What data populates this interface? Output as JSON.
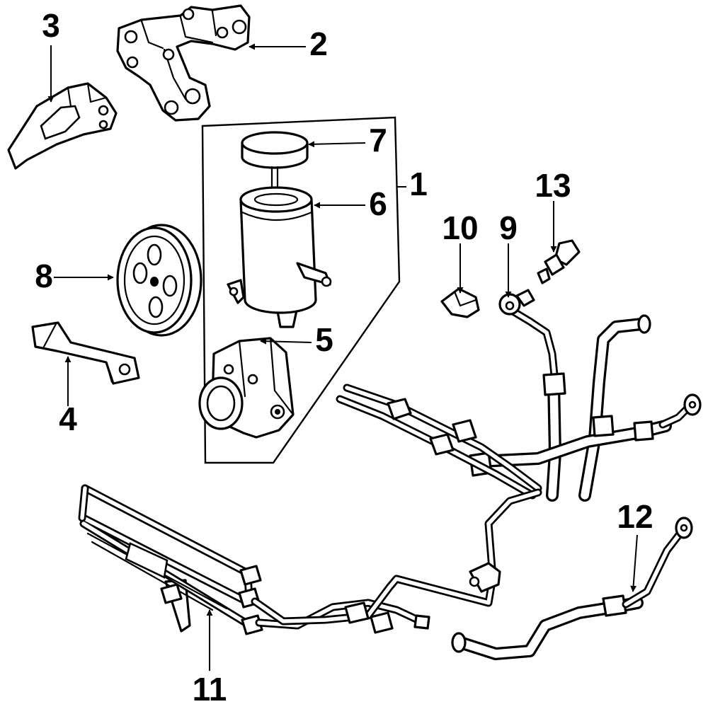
{
  "callouts": [
    {
      "id": "1",
      "text": "1"
    },
    {
      "id": "2",
      "text": "2"
    },
    {
      "id": "3",
      "text": "3"
    },
    {
      "id": "4",
      "text": "4"
    },
    {
      "id": "5",
      "text": "5"
    },
    {
      "id": "6",
      "text": "6"
    },
    {
      "id": "7",
      "text": "7"
    },
    {
      "id": "8",
      "text": "8"
    },
    {
      "id": "9",
      "text": "9"
    },
    {
      "id": "10",
      "text": "10"
    },
    {
      "id": "11",
      "text": "11"
    },
    {
      "id": "12",
      "text": "12"
    },
    {
      "id": "13",
      "text": "13"
    }
  ],
  "colors": {
    "line": "#000000",
    "background": "#ffffff"
  }
}
